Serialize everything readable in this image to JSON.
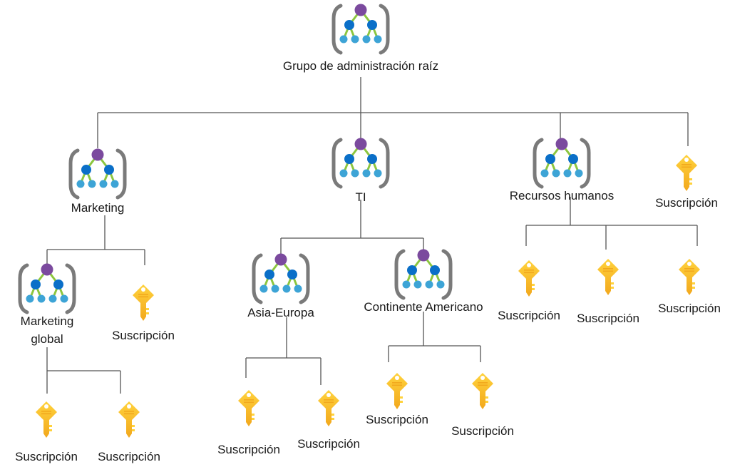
{
  "diagram": {
    "title": "Jerarquía de grupos de administración",
    "colors": {
      "line": "#555555",
      "bracket": "#7a7a7a",
      "root_dot": "#7b4a9e",
      "mid_dot": "#0a6fc8",
      "leaf_dot": "#3da4d6",
      "branch": "#8cc63f",
      "key_top": "#ffd23c",
      "key_bottom": "#f2a81d"
    },
    "nodes": {
      "root": {
        "type": "management-group",
        "label": "Grupo de administración raíz"
      },
      "marketing": {
        "type": "management-group",
        "label": "Marketing"
      },
      "ti": {
        "type": "management-group",
        "label": "TI"
      },
      "rrhh": {
        "type": "management-group",
        "label": "Recursos humanos"
      },
      "root_sub": {
        "type": "subscription",
        "label": "Suscripción"
      },
      "mkt_global": {
        "type": "management-group",
        "label": "Marketing global",
        "label_lines": [
          "Marketing",
          "global"
        ]
      },
      "mkt_sub": {
        "type": "subscription",
        "label": "Suscripción"
      },
      "mkt_global_sub1": {
        "type": "subscription",
        "label": "Suscripción"
      },
      "mkt_global_sub2": {
        "type": "subscription",
        "label": "Suscripción"
      },
      "asia": {
        "type": "management-group",
        "label": "Asia-Europa"
      },
      "america": {
        "type": "management-group",
        "label": "Continente Americano"
      },
      "asia_sub1": {
        "type": "subscription",
        "label": "Suscripción"
      },
      "asia_sub2": {
        "type": "subscription",
        "label": "Suscripción"
      },
      "america_sub1": {
        "type": "subscription",
        "label": "Suscripción"
      },
      "america_sub2": {
        "type": "subscription",
        "label": "Suscripción"
      },
      "rrhh_sub1": {
        "type": "subscription",
        "label": "Suscripción"
      },
      "rrhh_sub2": {
        "type": "subscription",
        "label": "Suscripción"
      },
      "rrhh_sub3": {
        "type": "subscription",
        "label": "Suscripción"
      }
    },
    "edges": [
      [
        "root",
        "marketing"
      ],
      [
        "root",
        "ti"
      ],
      [
        "root",
        "rrhh"
      ],
      [
        "root",
        "root_sub"
      ],
      [
        "marketing",
        "mkt_global"
      ],
      [
        "marketing",
        "mkt_sub"
      ],
      [
        "mkt_global",
        "mkt_global_sub1"
      ],
      [
        "mkt_global",
        "mkt_global_sub2"
      ],
      [
        "ti",
        "asia"
      ],
      [
        "ti",
        "america"
      ],
      [
        "asia",
        "asia_sub1"
      ],
      [
        "asia",
        "asia_sub2"
      ],
      [
        "america",
        "america_sub1"
      ],
      [
        "america",
        "america_sub2"
      ],
      [
        "rrhh",
        "rrhh_sub1"
      ],
      [
        "rrhh",
        "rrhh_sub2"
      ],
      [
        "rrhh",
        "rrhh_sub3"
      ]
    ]
  }
}
